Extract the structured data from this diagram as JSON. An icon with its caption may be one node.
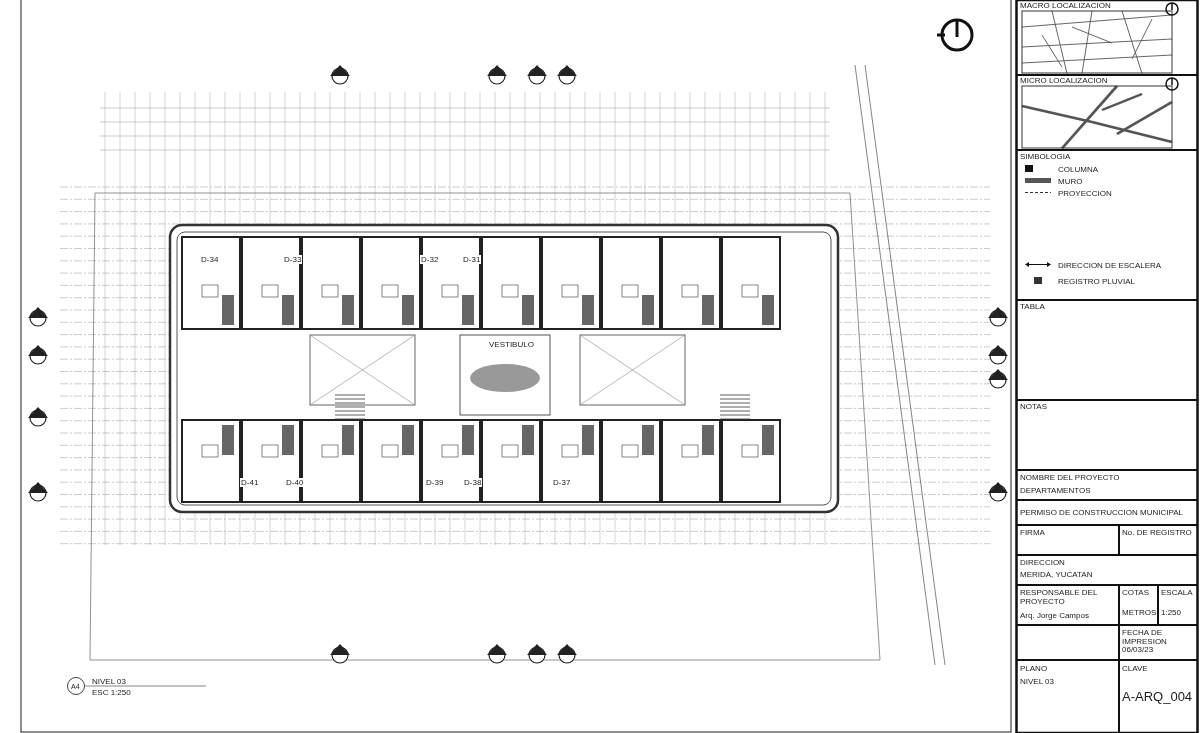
{
  "diagram": {
    "labels": [
      "MACRO LOCALIZACION",
      "MICRO LOCALIZACION",
      "SIMBOLOGIA",
      "TABLA",
      "NOTAS",
      "NOMBRE DEL PROYECTO",
      "DEPARTAMENTOS",
      "PERMISO DE CONSTRUCCION MUNICIPAL",
      "FIRMA",
      "No. DE REGISTRO",
      "DIRECCION",
      "MERIDA, YUCATAN",
      "RESPONSABLE DEL PROYECTO",
      "Arq. Jorge Campos",
      "COTAS",
      "METROS",
      "ESCALA",
      "1:250",
      "FECHA DE IMPRESION",
      "06/03/23",
      "PLANO",
      "NIVEL 03",
      "CLAVE",
      "A-ARQ_004",
      "A4",
      "NIVEL 03",
      "ESC 1:250",
      "VESTIBULO",
      "D-34",
      "D-33",
      "D-32",
      "D-31",
      "D-41",
      "D-40",
      "D-39",
      "D-38",
      "D-37"
    ],
    "legend": [
      {
        "text": "COLUMNA"
      },
      {
        "text": "MURO"
      },
      {
        "text": "PROYECCION"
      },
      {
        "text": "DIRECCION DE ESCALERA"
      },
      {
        "text": "REGISTRO PLUVIAL"
      }
    ]
  }
}
